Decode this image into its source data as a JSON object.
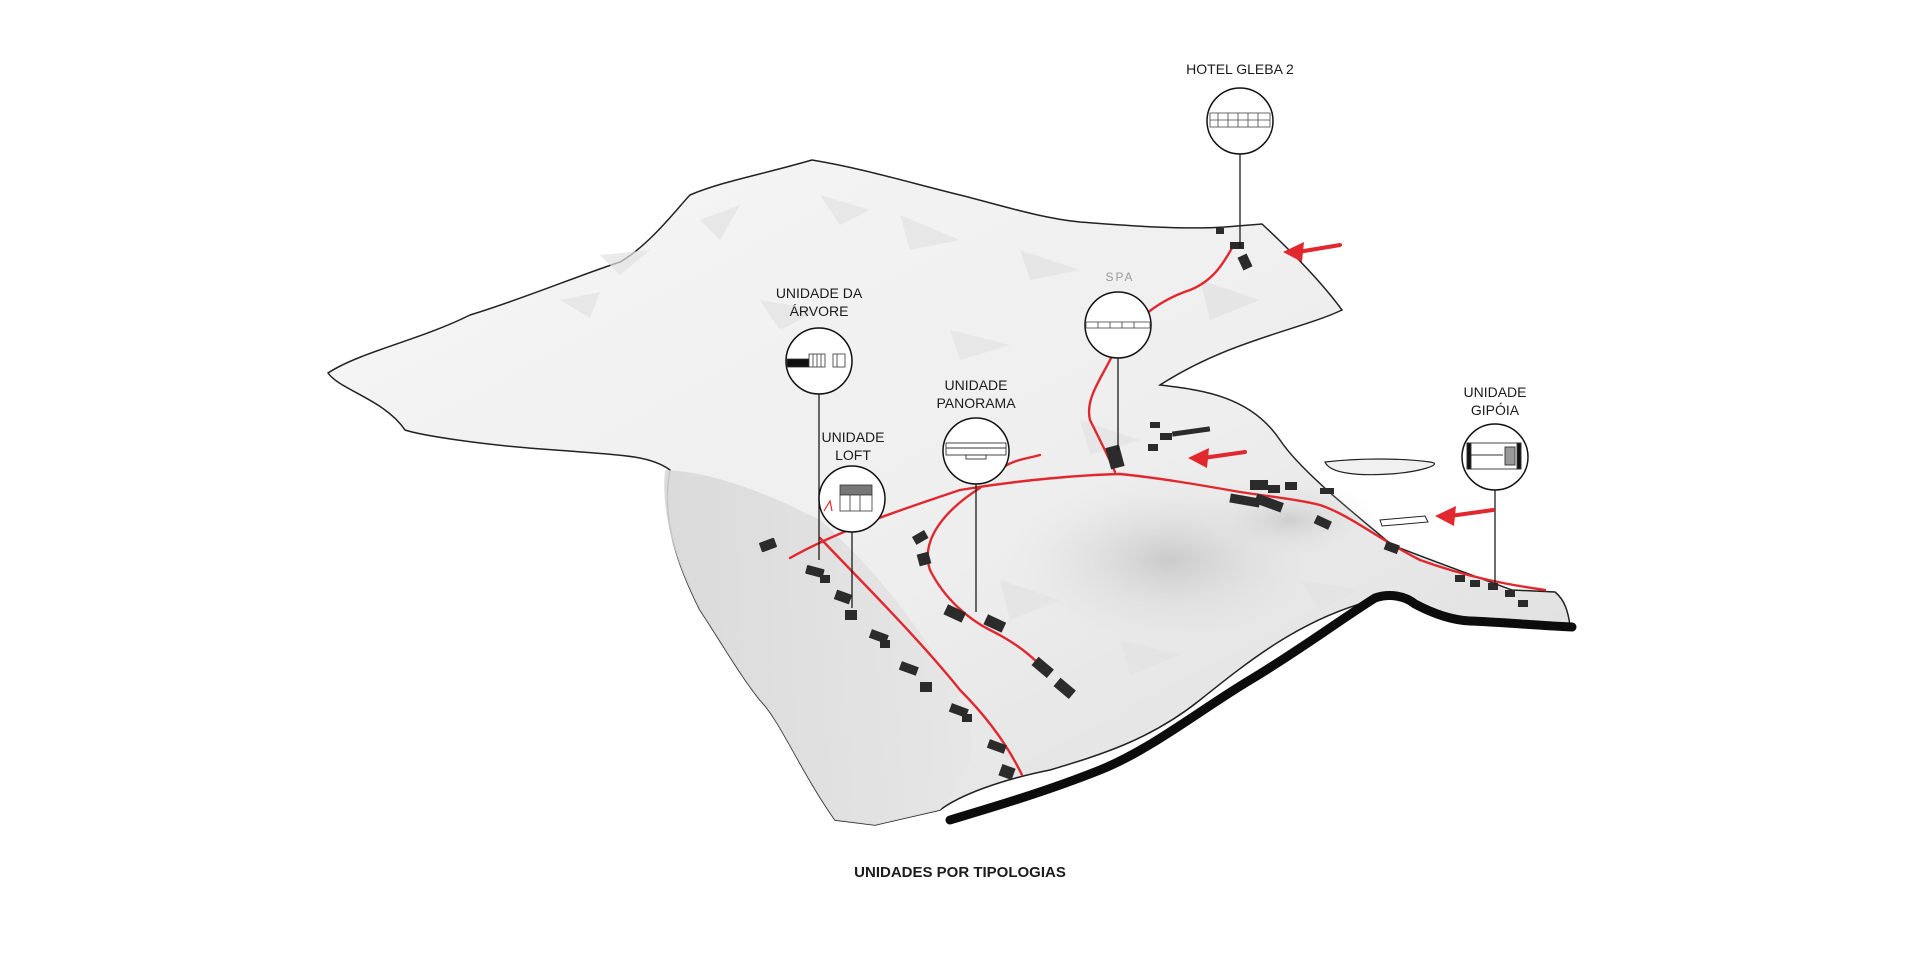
{
  "caption": "UNIDADES POR TIPOLOGIAS",
  "labels": {
    "hotel": "HOTEL GLEBA 2",
    "spa": "SPA",
    "arvore_line1": "UNIDADE DA",
    "arvore_line2": "ÁRVORE",
    "panorama_line1": "UNIDADE",
    "panorama_line2": "PANORAMA",
    "loft_line1": "UNIDADE",
    "loft_line2": "LOFT",
    "gipoia_line1": "UNIDADE",
    "gipoia_line2": "GIPÓIA"
  },
  "icons": {
    "hotel": "building-section-icon",
    "spa": "building-section-icon",
    "arvore": "building-section-icon",
    "panorama": "building-section-icon",
    "loft": "building-section-icon",
    "gipoia": "building-section-icon",
    "arrow": "arrow-left-icon"
  },
  "colors": {
    "route": "#e0282e",
    "terrain_light": "#f4f4f4",
    "terrain_shadow": "#cdcdcd",
    "building": "#2b2b2b",
    "outline": "#111111"
  }
}
